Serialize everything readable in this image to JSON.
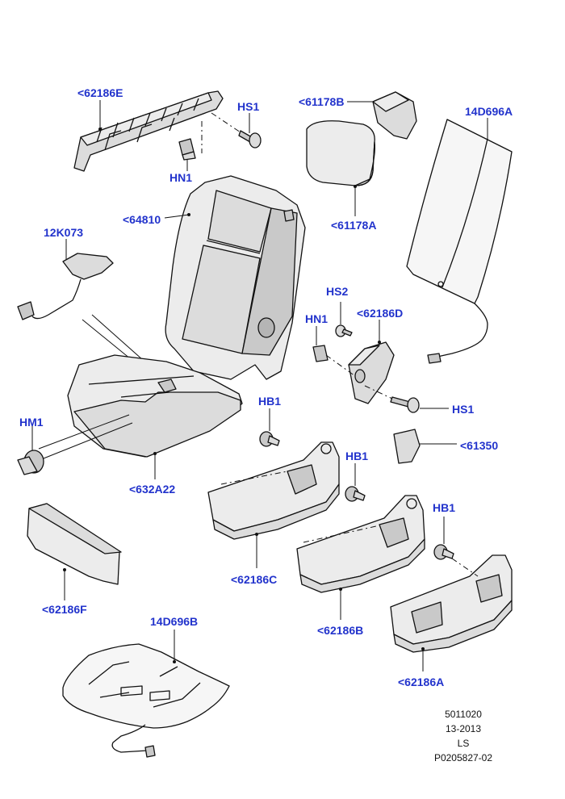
{
  "diagram": {
    "labels": {
      "p62186E": "<62186E",
      "hs1_top": "HS1",
      "hn1_top": "HN1",
      "p61178B": "<61178B",
      "p14D696A": "14D696A",
      "p64810": "<64810",
      "p61178A": "<61178A",
      "p12K073": "12K073",
      "hs2": "HS2",
      "hn1_mid": "HN1",
      "p62186D": "<62186D",
      "hb1_a": "HB1",
      "hs1_mid": "HS1",
      "hm1": "HM1",
      "p61350": "<61350",
      "hb1_b": "HB1",
      "p632A22": "<632A22",
      "hb1_c": "HB1",
      "p62186C": "<62186C",
      "p62186F": "<62186F",
      "p62186B": "<62186B",
      "p14D696B": "14D696B",
      "p62186A": "<62186A"
    },
    "footer": {
      "line1": "5011020",
      "line2": "13-2013",
      "line3": "LS",
      "line4": "P0205827-02"
    },
    "colors": {
      "callout": "#2233cc",
      "line": "#111111"
    }
  }
}
